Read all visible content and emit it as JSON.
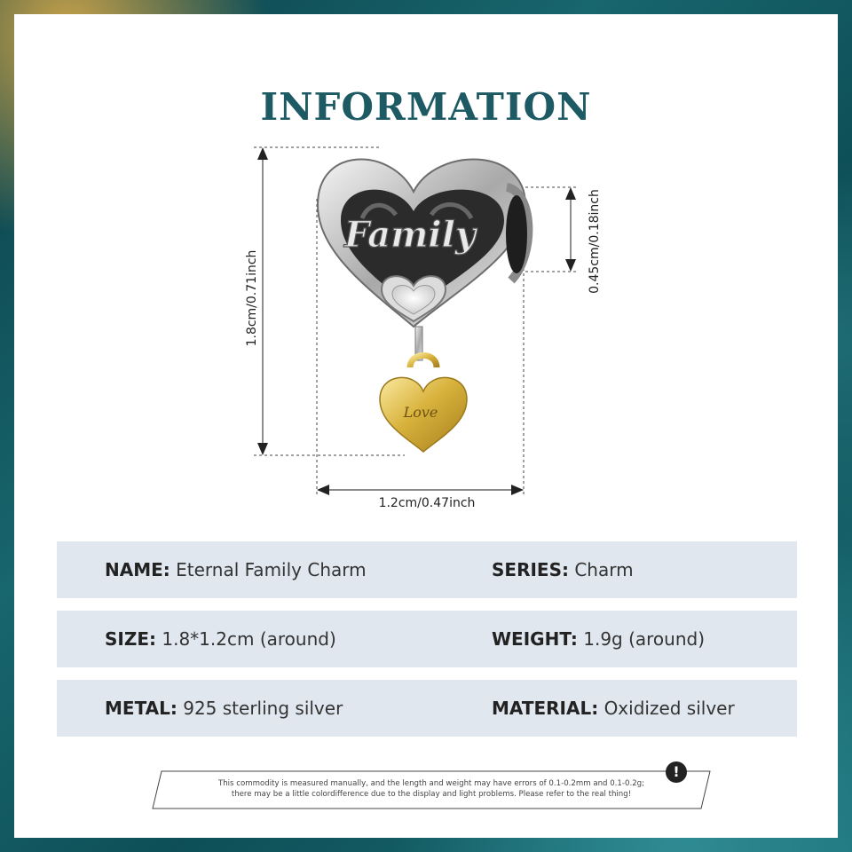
{
  "title": "INFORMATION",
  "dimensions": {
    "height": "1.8cm/0.71inch",
    "width": "1.2cm/0.47inch",
    "hole": "0.45cm/0.18inch"
  },
  "charm": {
    "engraving_main": "Family",
    "engraving_pendant": "Love"
  },
  "specs": [
    {
      "label": "NAME:",
      "value": "Eternal Family Charm",
      "label2": "SERIES:",
      "value2": "Charm"
    },
    {
      "label": "SIZE:",
      "value": "1.8*1.2cm (around)",
      "label2": "WEIGHT:",
      "value2": "1.9g (around)"
    },
    {
      "label": "METAL:",
      "value": "925 sterling silver",
      "label2": "MATERIAL:",
      "value2": "Oxidized silver"
    }
  ],
  "notice": {
    "line1": "This commodity is measured manually, and the length and weight may have errors of 0.1-0.2mm and 0.1-0.2g;",
    "line2": "there may be a little colordifference due to the display and light problems. Please refer to the real thing!",
    "icon": "exclamation-icon"
  },
  "colors": {
    "title": "#1d5a63",
    "row_bg": "#e1e7ef",
    "frame": "#0f4d55"
  }
}
